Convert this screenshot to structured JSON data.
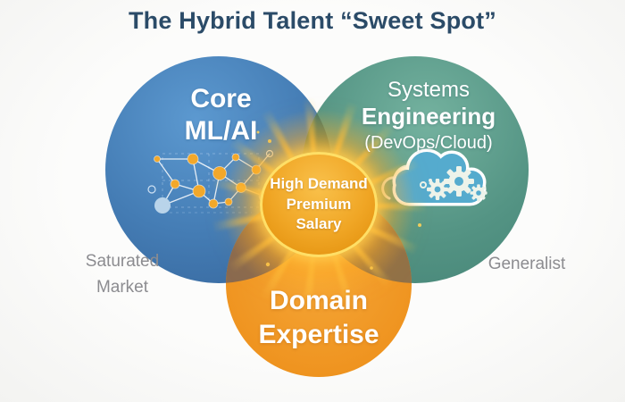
{
  "title": "The Hybrid Talent “Sweet Spot”",
  "diagram": {
    "type": "venn",
    "circles": [
      {
        "id": "core-ml-ai",
        "label_lines": [
          "Core",
          "ML/AI"
        ],
        "color": "#4a81b8",
        "icon": "neural-network-icon"
      },
      {
        "id": "systems-engineering",
        "label_lines": [
          "Systems",
          "Engineering",
          "(DevOps/Cloud)"
        ],
        "color": "#559483",
        "icon": "cloud-gears-icon"
      },
      {
        "id": "domain-expertise",
        "label_lines": [
          "Domain",
          "Expertise"
        ],
        "color": "#ef9420"
      }
    ],
    "center": {
      "id": "sweet-spot",
      "label_lines": [
        "High Demand",
        "Premium Salary"
      ],
      "fill": "#efa01b",
      "ring_color": "#ffdf66"
    }
  },
  "side_labels": {
    "left_lines": [
      "Saturated",
      "Market"
    ],
    "right": "Generalist"
  },
  "colors": {
    "background": "#fafaf9",
    "title_text": "#2b4b68",
    "circle_text": "#ffffff",
    "side_label_text": "#8c8c90",
    "overlap_blue_teal": "#3f7569",
    "overlap_blue_orange": "#8a6a4f",
    "overlap_teal_orange": "#917147",
    "glow": "#ffc03c"
  }
}
